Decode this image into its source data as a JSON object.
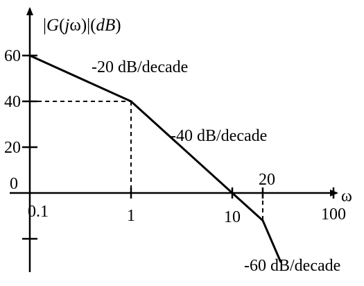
{
  "chart_data": {
    "type": "line",
    "title": "",
    "ylabel_parts": [
      "|",
      "G",
      "(",
      "j",
      "ω",
      ")|(",
      "dB",
      ")"
    ],
    "xlabel": "ω",
    "x_scale": "log",
    "x_ticks": [
      {
        "value": 0.1,
        "label": "0.1"
      },
      {
        "value": 1,
        "label": "1"
      },
      {
        "value": 10,
        "label": "10"
      },
      {
        "value": 20,
        "label": "20"
      },
      {
        "value": 100,
        "label": "100"
      }
    ],
    "y_ticks": [
      {
        "value": 60,
        "label": "60"
      },
      {
        "value": 40,
        "label": "40"
      },
      {
        "value": 20,
        "label": "20"
      },
      {
        "value": 0,
        "label": "0"
      },
      {
        "value": -20,
        "label": ""
      }
    ],
    "series": [
      {
        "x": [
          0.1,
          1,
          10,
          20,
          30
        ],
        "y": [
          60,
          40,
          0,
          -12,
          -30
        ]
      }
    ],
    "guide_point": {
      "x": 1,
      "y": 40
    },
    "annotations": [
      {
        "text": "-20 dB/decade",
        "segment": 0
      },
      {
        "text": "-40 dB/decade",
        "segment": 1
      },
      {
        "text": "-60 dB/decade",
        "segment": 2
      }
    ]
  }
}
